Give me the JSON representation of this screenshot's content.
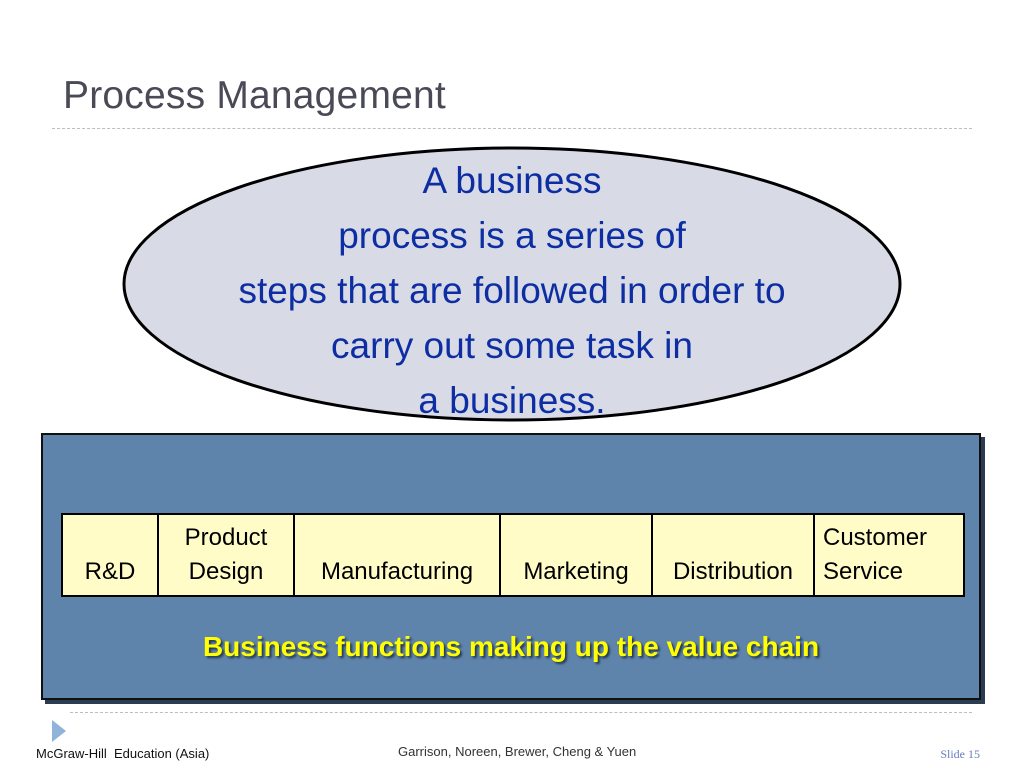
{
  "slide": {
    "title": "Process Management",
    "definition_lines": [
      "A business",
      "process is a series of",
      "steps that are followed in order to",
      "carry out some task in",
      "a business."
    ],
    "value_chain": {
      "functions": [
        {
          "line1": "",
          "line2": "R&D"
        },
        {
          "line1": "Product",
          "line2": "Design"
        },
        {
          "line1": "",
          "line2": "Manufacturing"
        },
        {
          "line1": "",
          "line2": "Marketing"
        },
        {
          "line1": "",
          "line2": "Distribution"
        },
        {
          "line1": "Customer",
          "line2": "Service"
        }
      ],
      "caption": "Business functions making up the value chain"
    },
    "footer": {
      "left": "McGraw-Hill  Education (Asia)",
      "center": "Garrison, Noreen, Brewer, Cheng & Yuen",
      "right": "Slide 15"
    }
  },
  "colors": {
    "title": "#4a4a57",
    "definition_text": "#0d2ea3",
    "ellipse_fill": "#d8dae6",
    "panel_fill": "#5f84ab",
    "table_fill": "#fffcc8",
    "caption": "#ffff00",
    "slide_number": "#6a7dbf"
  },
  "icons": {
    "bullet": "triangle-arrow-icon"
  }
}
